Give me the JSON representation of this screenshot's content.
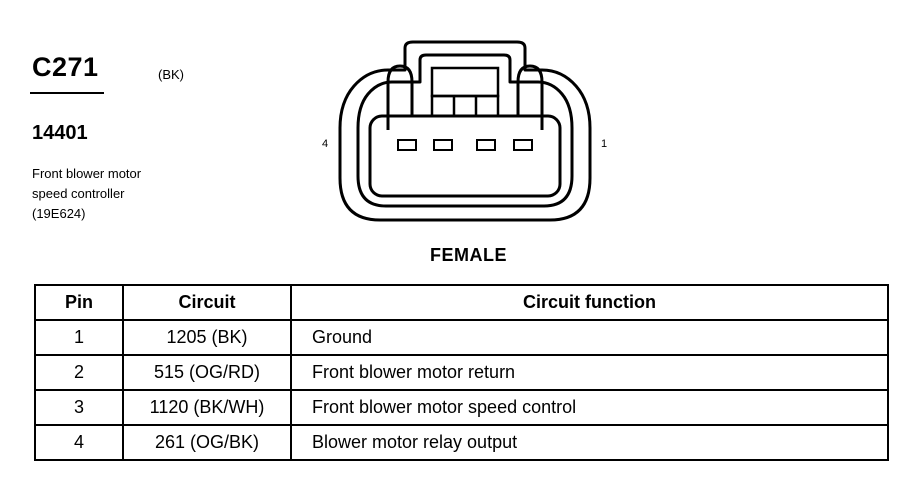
{
  "connector": {
    "id": "C271",
    "color": "(BK)",
    "part_number": "14401",
    "description": [
      "Front blower motor",
      "speed controller",
      "(19E624)"
    ],
    "gender": "FEMALE",
    "pin_left": "4",
    "pin_right": "1"
  },
  "table": {
    "headers": [
      "Pin",
      "Circuit",
      "Circuit function"
    ],
    "rows": [
      [
        "1",
        "1205 (BK)",
        "Ground"
      ],
      [
        "2",
        "515 (OG/RD)",
        "Front blower motor  return"
      ],
      [
        "3",
        "1120 (BK/WH)",
        "Front blower motor  speed control"
      ],
      [
        "4",
        "261 (OG/BK)",
        "Blower motor relay output"
      ]
    ]
  }
}
